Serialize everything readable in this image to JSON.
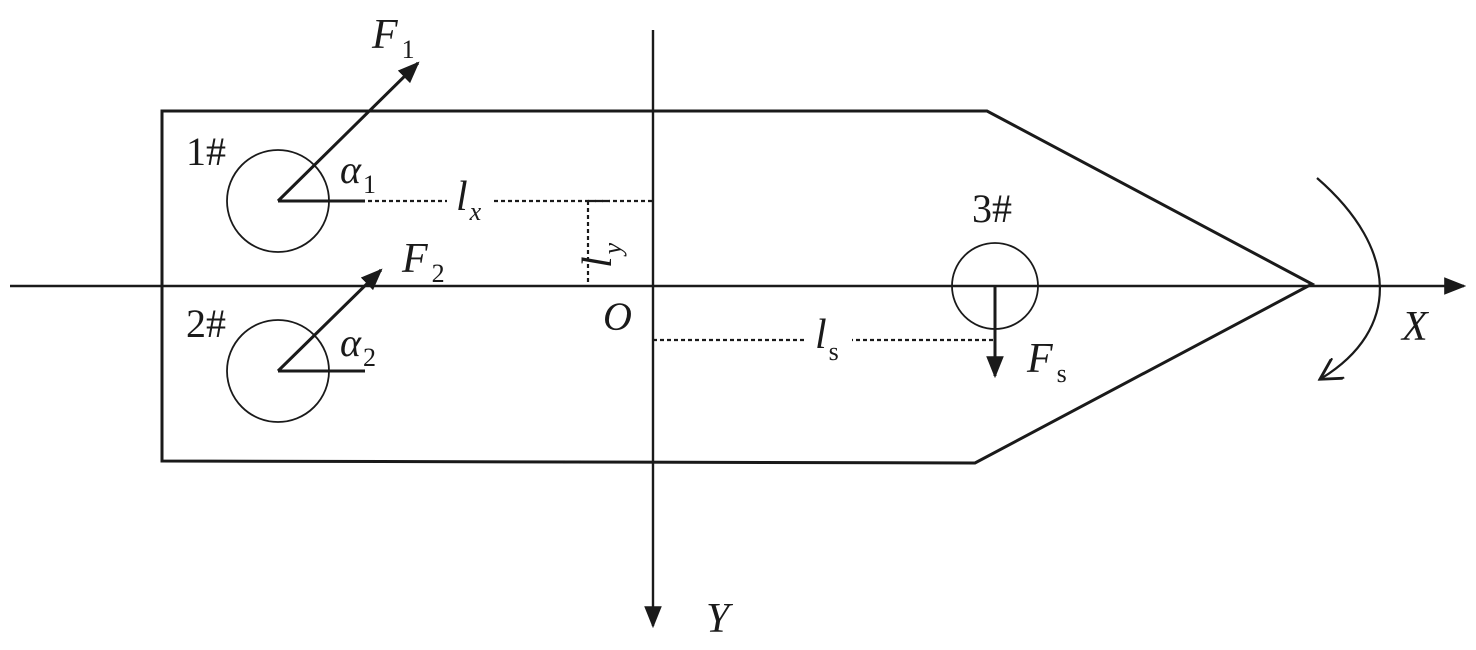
{
  "diagram": {
    "colors": {
      "line": "#1a1a1a",
      "background": "#ffffff"
    },
    "thrusters": {
      "t1": {
        "label": "1#",
        "force": "F",
        "force_sub": "1",
        "angle": "α",
        "angle_sub": "1"
      },
      "t2": {
        "label": "2#",
        "force": "F",
        "force_sub": "2",
        "angle": "α",
        "angle_sub": "2"
      },
      "t3": {
        "label": "3#",
        "force": "F",
        "force_sub": "s"
      }
    },
    "distances": {
      "lx": {
        "symbol": "l",
        "sub": "x"
      },
      "ly": {
        "symbol": "l",
        "sub": "y"
      },
      "ls": {
        "symbol": "l",
        "sub": "s"
      }
    },
    "axes": {
      "x_label": "X",
      "y_label": "Y",
      "origin_label": "O"
    }
  }
}
